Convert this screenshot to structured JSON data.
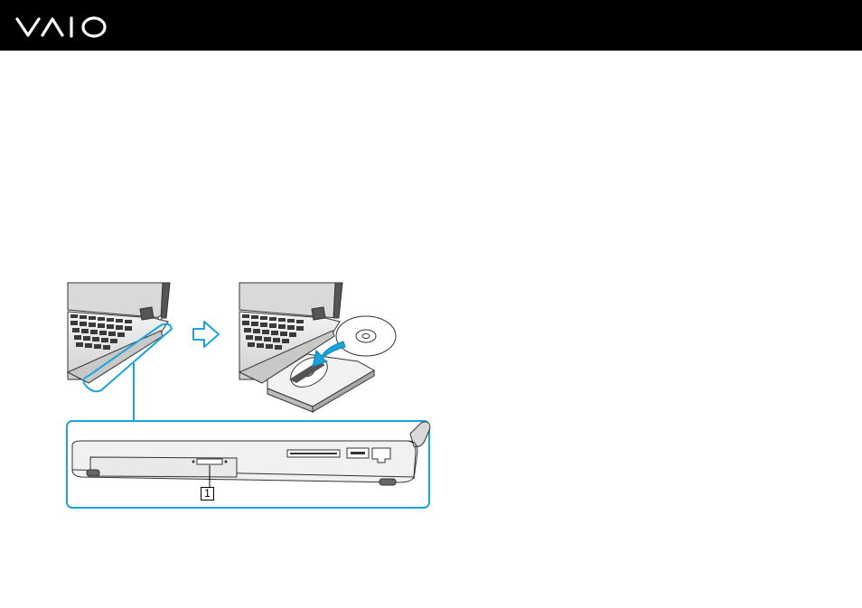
{
  "header": {
    "logo_text": "VAIO",
    "background": "#000000"
  },
  "figure": {
    "callout_number": "1",
    "accent_color": "#1ba3dc",
    "step_arrow": "right-outline-arrow"
  }
}
